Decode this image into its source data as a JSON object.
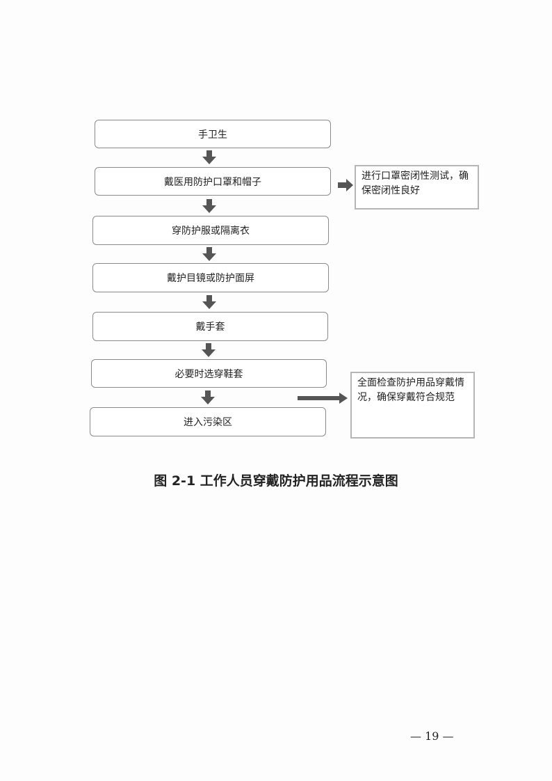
{
  "flow_steps": [
    "手卫生",
    "戴医用防护口罩和帽子",
    "穿防护服或隔离衣",
    "戴护目镜或防护面屏",
    "戴手套",
    "必要时选穿鞋套",
    "进入污染区"
  ],
  "side_notes": [
    "进行口罩密闭性测试，确保密闭性良好",
    "全面检查防护用品穿戴情况，确保穿戴符合规范"
  ],
  "caption": "图 2-1 工作人员穿戴防护用品流程示意图",
  "page_number": "— 19 —"
}
